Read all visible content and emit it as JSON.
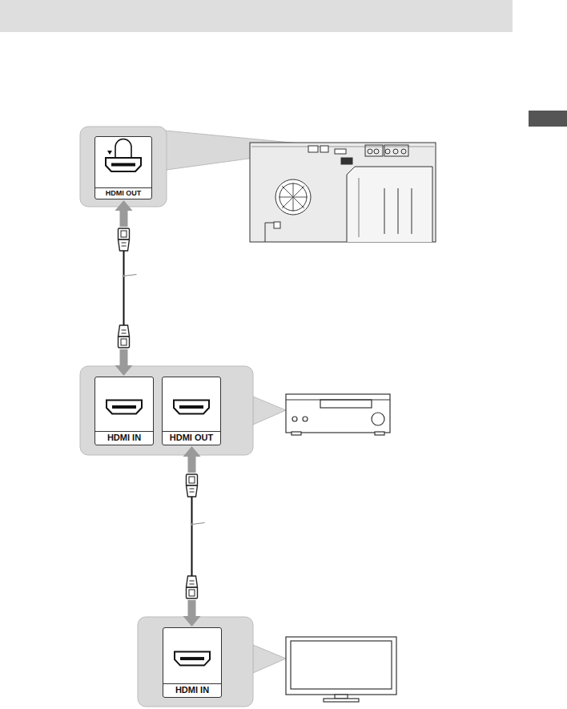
{
  "diagram": {
    "nodes": [
      {
        "text": [
          "HDMI OUT"
        ]
      },
      {
        "text": [
          "HDMI IN"
        ]
      },
      {
        "text": [
          "HDMI OUT"
        ]
      },
      {
        "text": [
          "HDMI IN"
        ]
      }
    ],
    "edges": [
      {
        "from": 0,
        "to": 1,
        "arrow": "both"
      },
      {
        "from": 2,
        "to": 3,
        "arrow": "both"
      }
    ]
  }
}
